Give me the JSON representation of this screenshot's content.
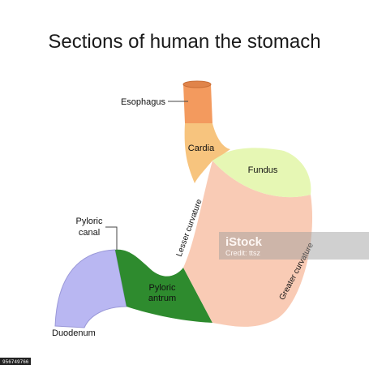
{
  "title": "Sections of human the stomach",
  "labels": {
    "esophagus": "Esophagus",
    "cardia": "Cardia",
    "fundus": "Fundus",
    "lesser_curvature": "Lesser curvature",
    "greater_curvature": "Greater curvature",
    "pyloric_canal_line1": "Pyloric",
    "pyloric_canal_line2": "canal",
    "pyloric_antrum_line1": "Pyloric",
    "pyloric_antrum_line2": "antrum",
    "duodenum": "Duodenum"
  },
  "watermark": {
    "brand": "iStock",
    "credit": "Credit: ttsz",
    "id": "956749766"
  },
  "colors": {
    "esophagus": "#f39a5e",
    "cardia": "#f7c47e",
    "fundus": "#e6f7b4",
    "body": "#f9cbb5",
    "antrum": "#2e8b2e",
    "duodenum": "#b9b7f2"
  }
}
